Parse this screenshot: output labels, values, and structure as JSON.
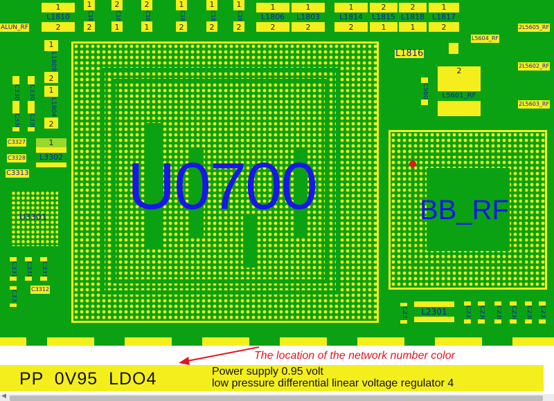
{
  "board": {
    "main_chip": "U0700",
    "rf_chip": "BB_RF",
    "top_inductors": [
      {
        "name": "L1810",
        "top": "1",
        "bottom": "2"
      },
      {
        "name": "L1806",
        "top": "1",
        "bottom": "2"
      },
      {
        "name": "L1803",
        "top": "1",
        "bottom": "2"
      },
      {
        "name": "L1814",
        "top": "1",
        "bottom": "2"
      },
      {
        "name": "L1815",
        "top": "2",
        "bottom": "1"
      },
      {
        "name": "L1818",
        "top": "2",
        "bottom": "1"
      },
      {
        "name": "L1817",
        "top": "1",
        "bottom": "2"
      }
    ],
    "top_caps": [
      "C1811",
      "C1812",
      "C1813",
      "C1809",
      "C1808",
      "C1807"
    ],
    "top_cap_pins": [
      [
        "1",
        "2"
      ],
      [
        "2",
        "1"
      ],
      [
        "2",
        "1"
      ],
      [
        "1",
        "2"
      ],
      [
        "1",
        "2"
      ],
      [
        "1",
        "2"
      ]
    ],
    "left_labels": {
      "alum_rf": "ALUN_RF",
      "c3327": "C3327",
      "c3328": "C3328",
      "c3313": "C3313",
      "l3302": "L3302",
      "l3302_pin": "1",
      "u3301": "U3301",
      "c3312": "C3312",
      "l1809": "L1809",
      "l1809_pins": [
        "1",
        "2"
      ],
      "l1804": "L1804",
      "l1804_pins": [
        "1",
        "2"
      ]
    },
    "left_caps_top": [
      "C3306",
      "C3308",
      "C3305",
      "C3309",
      "C3304"
    ],
    "left_caps_bottom": [
      "C3316",
      "C3315",
      "C3318",
      "C3314",
      "C3311"
    ],
    "right_labels": {
      "l1816": "L1816",
      "l5601": "L5601_RF",
      "l5601_pin": "2",
      "c5602": "C5602",
      "l5604": "L5604_RF",
      "l5605": "L5605_RF",
      "l5602": "L5602_RF",
      "l5603": "L5603_RF",
      "l5605_pin": "2",
      "l5602_pin": "2",
      "l5603_pin": "2",
      "l2301": "L2301"
    },
    "bottom_right_caps": [
      "C2310",
      "C2311",
      "C2307",
      "C2308",
      "C2304",
      "C2305",
      "C2312"
    ]
  },
  "annotation": {
    "note": "The location of the network number color",
    "net_name": "PP  0V95  LDO4",
    "desc_line1": "Power supply 0.95 volt",
    "desc_line2": "low pressure differential linear voltage regulator 4"
  },
  "colors": {
    "board_green": "#0aa213",
    "pad_yellow": "#f4ef1c",
    "label_blue": "#1717e6",
    "arrow_red": "#e5141a"
  }
}
